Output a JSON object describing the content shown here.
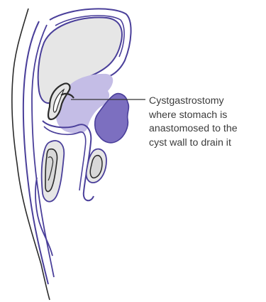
{
  "annotation": {
    "lines": [
      "Cystgastrostomy",
      "where stomach is",
      "anastomosed to the",
      "cyst wall to drain it"
    ]
  },
  "colors": {
    "outline": "#4a3f9a",
    "skin": "#2b2b2b",
    "organ_fill": "#e6e6e6",
    "cyst_fill": "#c4bde6",
    "cyst_dark_fill": "#7c6fc0",
    "leader_line": "#333333"
  },
  "icons": {
    "illustration": "sagittal-abdomen-cystgastrostomy-illustration"
  }
}
